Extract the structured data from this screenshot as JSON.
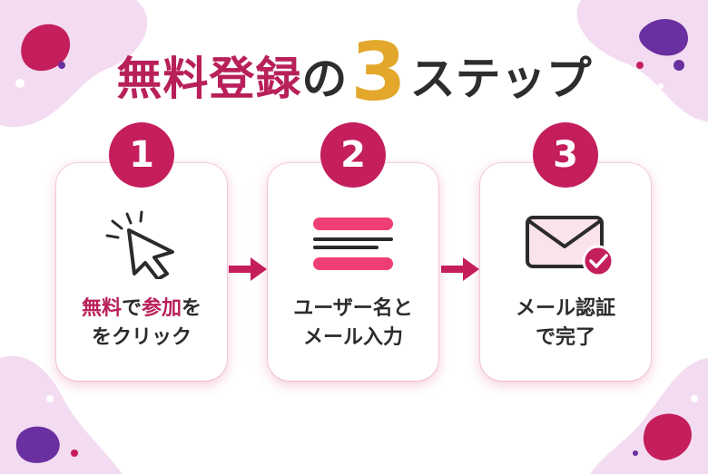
{
  "title": {
    "main": "無料登録",
    "particle": "の",
    "number": "3",
    "suffix": "ステップ"
  },
  "colors": {
    "brand": "#c41e5c",
    "accent_gold": "#e2a72b",
    "text_dark": "#2b2b2b",
    "blob_pink": "#f1d8ef",
    "blob_purple": "#6a2fa0"
  },
  "steps": [
    {
      "number": "1",
      "icon": "cursor-click-icon",
      "line1_hl1": "無料",
      "line1_plain1": "で",
      "line1_hl2": "参加",
      "line1_plain2": "を",
      "line2": "をクリック"
    },
    {
      "number": "2",
      "icon": "form-lines-icon",
      "line1": "ユーザー名と",
      "line2": "メール入力"
    },
    {
      "number": "3",
      "icon": "mail-check-icon",
      "line1": "メール認証",
      "line2": "で完了"
    }
  ]
}
